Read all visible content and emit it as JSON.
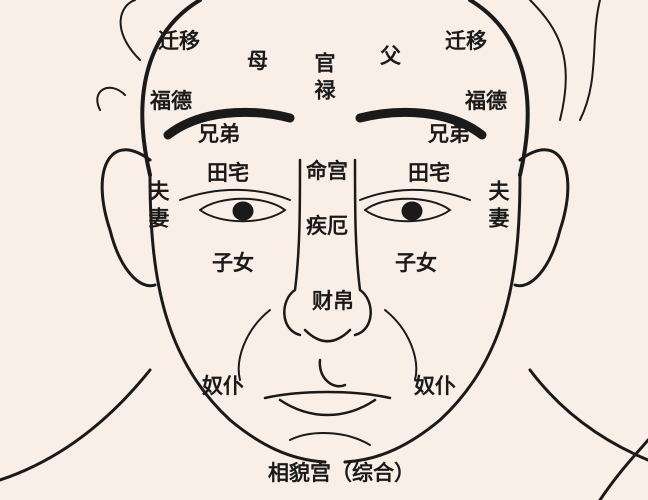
{
  "labels": {
    "qianyi_left": "迁移",
    "mu": "母",
    "guanlu": "官禄",
    "fu": "父",
    "qianyi_right": "迁移",
    "fude_left": "福德",
    "fude_right": "福德",
    "xiongdi_left": "兄弟",
    "xiongdi_right": "兄弟",
    "tianzhai_left": "田宅",
    "minggong": "命宫",
    "tianzhai_right": "田宅",
    "fuqi_left": "夫妻",
    "fuqi_right": "夫妻",
    "jie": "疾厄",
    "zinv_left": "子女",
    "zinv_right": "子女",
    "caibo": "财帛",
    "nupu_left": "奴仆",
    "nupu_right": "奴仆",
    "xiangmao": "相貌宫（综合）"
  },
  "colors": {
    "background": "#f9efe7",
    "line": "#1a1a1a"
  }
}
